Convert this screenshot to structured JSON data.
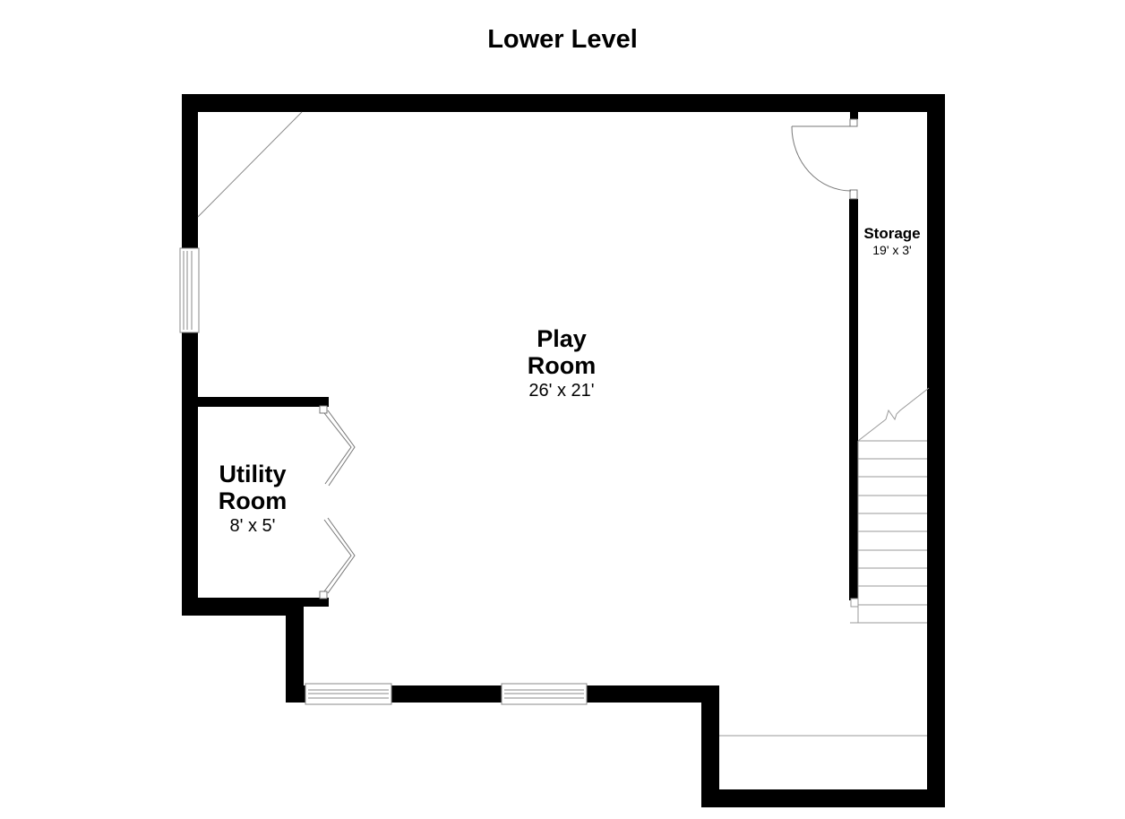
{
  "title": "Lower Level",
  "rooms": {
    "play_room": {
      "name_line1": "Play",
      "name_line2": "Room",
      "dimensions": "26' x 21'"
    },
    "utility_room": {
      "name_line1": "Utility",
      "name_line2": "Room",
      "dimensions": "8' x 5'"
    },
    "storage": {
      "name": "Storage",
      "dimensions": "19' x 3'"
    }
  },
  "colors": {
    "wall": "#000000",
    "fixture": "#777777",
    "background": "#ffffff"
  }
}
